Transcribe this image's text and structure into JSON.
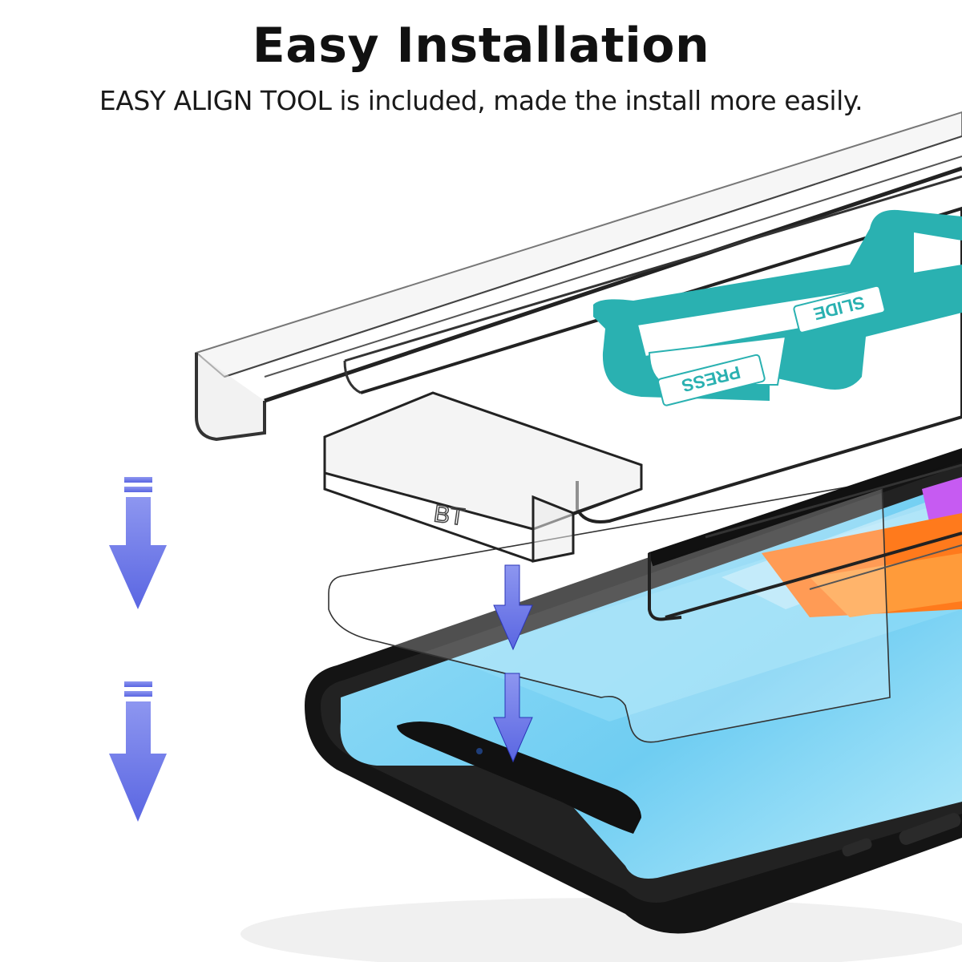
{
  "header": {
    "title": "Easy Installation",
    "subtitle": "EASY ALIGN TOOL is included, made the install more easily."
  },
  "tool": {
    "slide_label": "SLIDE",
    "press_label": "PRESS"
  },
  "colors": {
    "arrow": "#6b78e6",
    "tool_accent": "#2ab1b1",
    "screen_blue": "#7dd3f5",
    "phone_body": "#151515"
  },
  "icons": [
    "arrow-down-icon"
  ]
}
